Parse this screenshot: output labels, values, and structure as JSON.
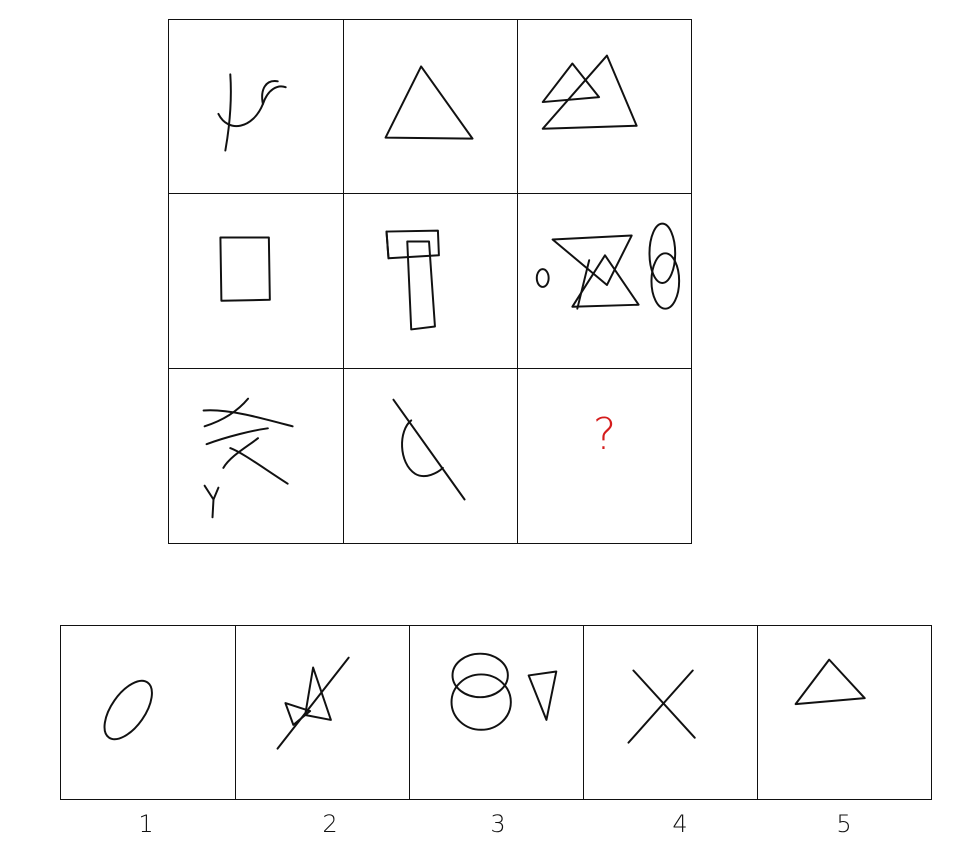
{
  "puzzle": {
    "missing_marker": "?",
    "answer_labels": [
      "1",
      "2",
      "3",
      "4",
      "5"
    ]
  },
  "colors": {
    "line": "#111111",
    "question_mark": "#d51c1c"
  }
}
